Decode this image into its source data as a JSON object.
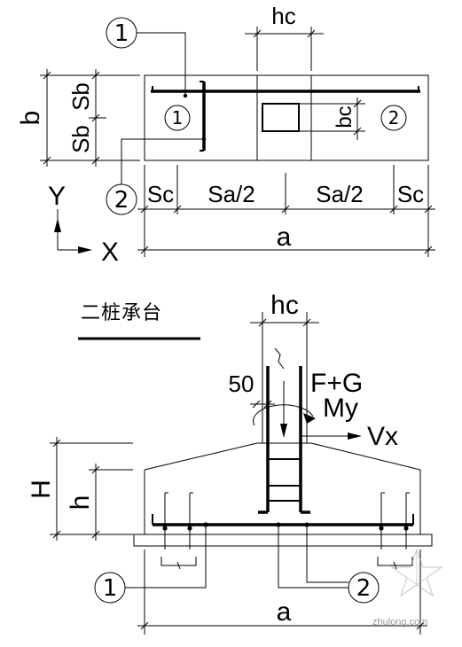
{
  "plan_view": {
    "hc": "hc",
    "b": "b",
    "sb_top": "Sb",
    "sb_bottom": "Sb",
    "bc": "bc",
    "sc_left": "Sc",
    "sa_half_left": "Sa/2",
    "sa_half_right": "Sa/2",
    "sc_right": "Sc",
    "a": "a",
    "pile_1": "1",
    "pile_2": "2",
    "callout_1": "1",
    "callout_2": "2",
    "axis_y": "Y",
    "axis_x": "X"
  },
  "title": "二桩承台",
  "section_view": {
    "hc": "hc",
    "cover": "50",
    "load": "F+G",
    "moment": "My",
    "shear": "Vx",
    "height_total": "H",
    "height_edge": "h",
    "a": "a",
    "callout_1": "1",
    "callout_2": "2"
  },
  "watermark": "zhulong.com"
}
